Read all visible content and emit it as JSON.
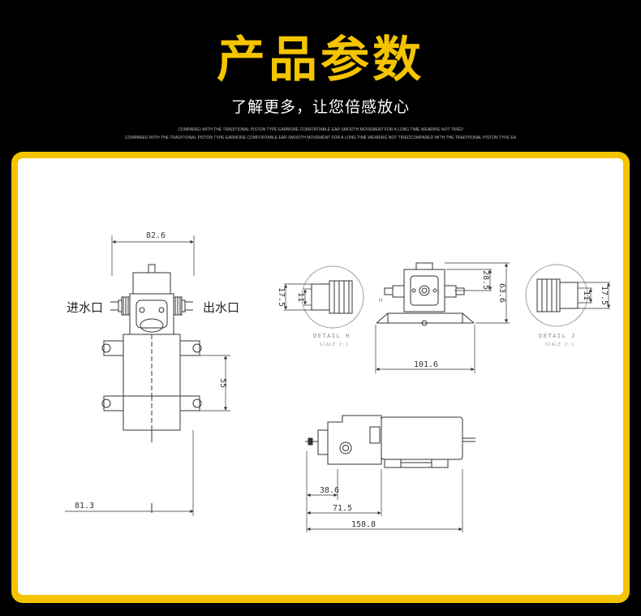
{
  "header": {
    "title": "产品参数",
    "subtitle": "了解更多，让您倍感放心",
    "english_line_1": "COMPARED WITH THE TRADITIONAL PISTON TYPE EARMORE COMFORTABLE EAR SMOOTH MOVEMENT FOR A LONG TIME WEARING NOT TIRED",
    "english_line_2": "COMPARED WITH THE TRADITIONAL PISTON TYPE EARMORE COMFORTABLE EAR SMOOTH MOVEMENT FOR A LONG TIME WEARING NOT TIREDCOMPARED WITH THE TRADITIONAL PISTON TYPE EA"
  },
  "colors": {
    "accent": "#f4c400",
    "background": "#000000",
    "panel": "#ffffff",
    "line": "#333333"
  },
  "drawing": {
    "front_view": {
      "width_dim": "82.6",
      "height_dim": "55",
      "bottom_dim": "81.3",
      "inlet_label": "进水口",
      "outlet_label": "出水口"
    },
    "detail_h": {
      "dim_outer": "17.5",
      "dim_inner": "11",
      "label": "DETAIL H",
      "scale": "SCALE 2:1"
    },
    "top_view": {
      "width_dim": "101.6",
      "dim_small": "28.5",
      "dim_height": "63.6",
      "marker": "H"
    },
    "detail_j": {
      "dim_inner": "11",
      "dim_outer": "17.5",
      "label": "DETAIL J",
      "scale": "SCALE 2:1"
    },
    "side_view": {
      "dim_1": "38.6",
      "dim_2": "71.5",
      "dim_3": "158.8"
    }
  }
}
